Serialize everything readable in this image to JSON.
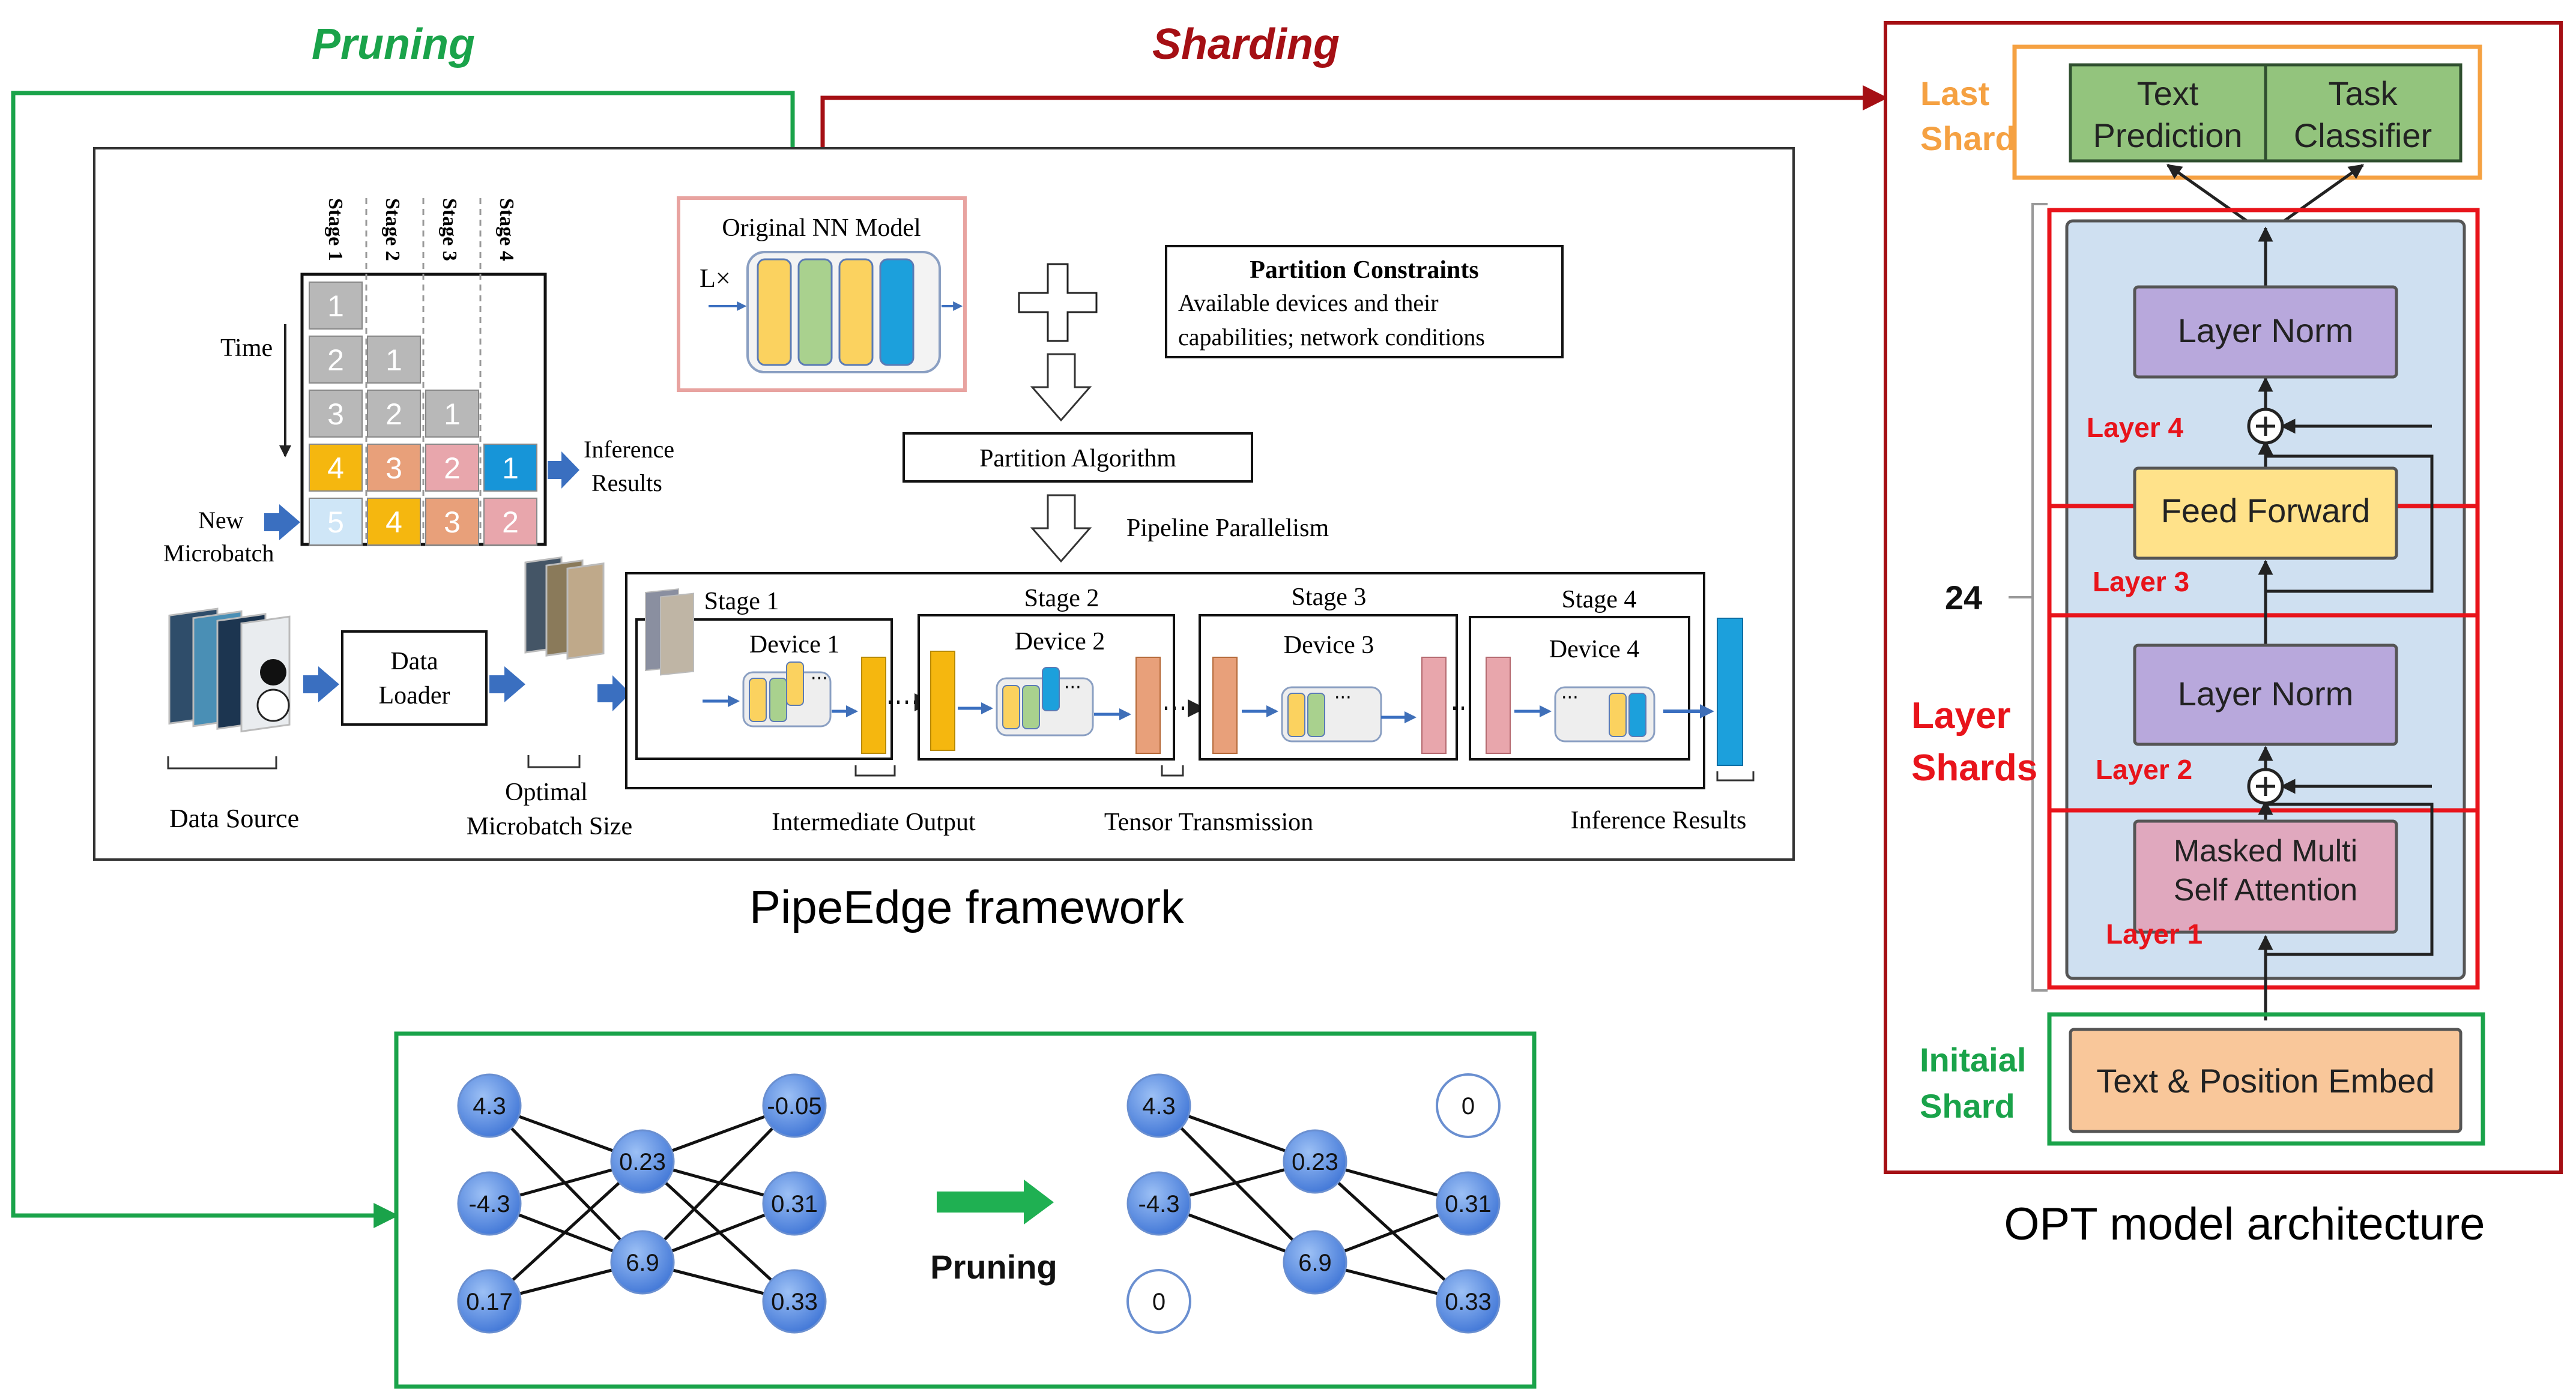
{
  "headings": {
    "pruning": "Pruning",
    "sharding": "Sharding"
  },
  "pipeedge": {
    "caption": "PipeEdge framework",
    "stage_headers": [
      "Stage 1",
      "Stage 2",
      "Stage 3",
      "Stage 4"
    ],
    "time_label": "Time",
    "grid_numbers": [
      [
        "1"
      ],
      [
        "2",
        "1"
      ],
      [
        "3",
        "2",
        "1"
      ],
      [
        "4",
        "3",
        "2",
        "1"
      ],
      [
        "5",
        "4",
        "3",
        "2"
      ]
    ],
    "inference_results_top": [
      "Inference",
      "Results"
    ],
    "new_microbatch": [
      "New",
      "Microbatch"
    ],
    "original_model_title": "Original NN Model",
    "lx_label": "L×",
    "partition_constraints_title": "Partition Constraints",
    "partition_constraints_text": [
      "Available devices and their",
      "capabilities; network conditions"
    ],
    "partition_algorithm": "Partition Algorithm",
    "pipeline_parallelism": "Pipeline Parallelism",
    "data_loader": [
      "Data",
      "Loader"
    ],
    "data_source": "Data Source",
    "optimal_microbatch": [
      "Optimal",
      "Microbatch Size"
    ],
    "stages": [
      "Stage 1",
      "Stage 2",
      "Stage 3",
      "Stage 4"
    ],
    "devices": [
      "Device 1",
      "Device 2",
      "Device 3",
      "Device 4"
    ],
    "intermediate_output": "Intermediate Output",
    "tensor_transmission": "Tensor Transmission",
    "inference_results_bottom": "Inference Results",
    "ellipsis": "···"
  },
  "opt": {
    "caption": "OPT model architecture",
    "last_shard": [
      "Last",
      "Shard"
    ],
    "text_prediction": [
      "Text",
      "Prediction"
    ],
    "task_classifier": [
      "Task",
      "Classifier"
    ],
    "layer_norm_top": "Layer Norm",
    "feed_forward": "Feed Forward",
    "layer_norm_bottom": "Layer Norm",
    "masked_attention": [
      "Masked Multi",
      "Self Attention"
    ],
    "embed": "Text & Position Embed",
    "initial_shard": [
      "Initaial",
      "Shard"
    ],
    "layer_shards": [
      "Layer",
      "Shards"
    ],
    "layer_labels": [
      "Layer 4",
      "Layer 3",
      "Layer 2",
      "Layer 1"
    ],
    "repeat_count": "24"
  },
  "pruning_panel": {
    "label": "Pruning",
    "before": {
      "inputs": [
        "4.3",
        "-4.3",
        "0.17"
      ],
      "hidden": [
        "0.23",
        "6.9"
      ],
      "outputs": [
        "-0.05",
        "0.31",
        "0.33"
      ]
    },
    "after": {
      "inputs": [
        "4.3",
        "-4.3",
        "0"
      ],
      "hidden": [
        "0.23",
        "6.9"
      ],
      "outputs": [
        "0",
        "0.31",
        "0.33"
      ]
    }
  },
  "colors": {
    "pruning_green": "#1aa34a",
    "sharding_red": "#a50f14",
    "layer_red": "#e8141b",
    "orange": "#f5a142",
    "node_blue": "#4f86e3",
    "layer_norm": "#b8a8dc",
    "feed_forward": "#ffe28a",
    "attention": "#e0a8be",
    "embed": "#f9c79a",
    "head_green": "#93c47d",
    "arch_bg": "#cfe0f1"
  }
}
